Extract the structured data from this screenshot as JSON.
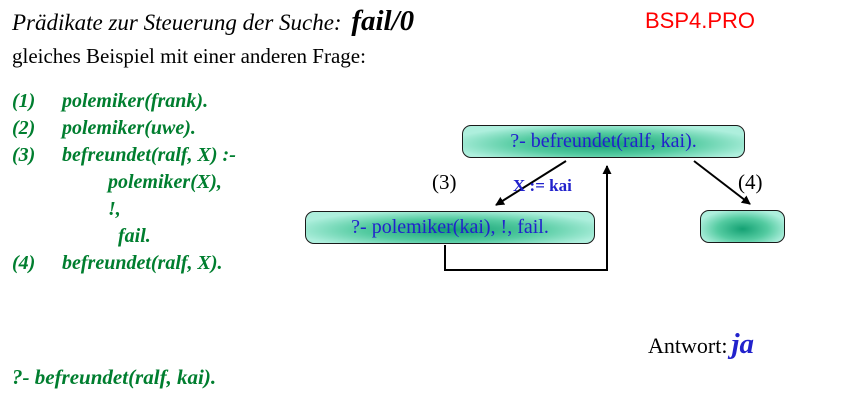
{
  "header": {
    "title_prefix": "Prädikate zur Steuerung der Suche: ",
    "title_keyword": "fail/0",
    "file_label": "BSP4.PRO",
    "subtitle": "gleiches Beispiel mit einer anderen Frage:"
  },
  "program": {
    "lines": [
      {
        "num": "(1)",
        "text": "polemiker(frank)."
      },
      {
        "num": "(2)",
        "text": "polemiker(uwe)."
      },
      {
        "num": "(3)",
        "text": "befreundet(ralf, X) :-"
      },
      {
        "num": "",
        "text": "polemiker(X),"
      },
      {
        "num": "",
        "text": "!,"
      },
      {
        "num": "",
        "text": "fail."
      },
      {
        "num": "(4)",
        "text": "befreundet(ralf, X)."
      }
    ],
    "query": "?- befreundet(ralf, kai)."
  },
  "diagram": {
    "root_node": "?- befreundet(ralf, kai).",
    "left_node": "?- polemiker(kai), !, fail.",
    "right_node": "",
    "label_left": "(3)",
    "label_right": "(4)",
    "binding_label": "X := kai"
  },
  "answer": {
    "label": "Antwort:",
    "value": "ja"
  },
  "colors": {
    "program_green": "#007e2f",
    "node_text_blue": "#2222cc",
    "file_red": "#ff0000",
    "node_fill_dark": "#14a173",
    "node_fill_light": "#aeefdd"
  }
}
